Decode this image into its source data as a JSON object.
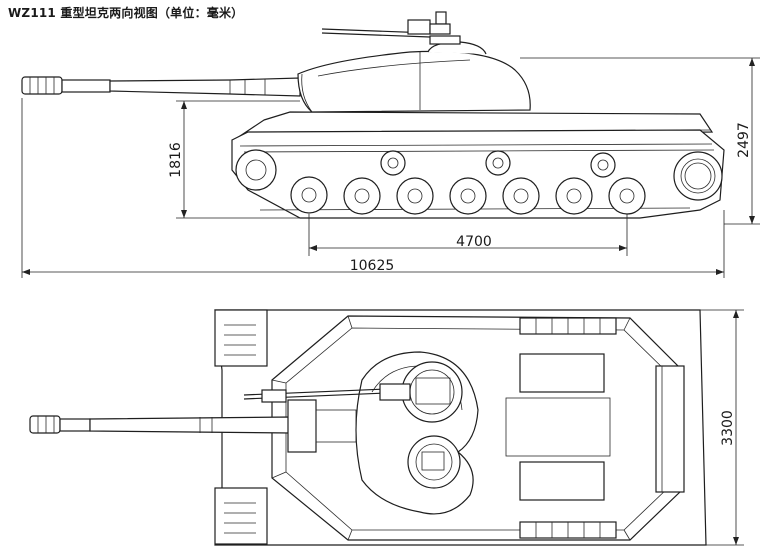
{
  "title": "WZ111 重型坦克两向视图（单位：毫米）",
  "dimensions": {
    "overall_length": "10625",
    "wheelbase": "4700",
    "height": "2497",
    "hull_height": "1816",
    "width": "3300"
  },
  "colors": {
    "line": "#1e1e1e",
    "background": "#ffffff",
    "hatch": "#6b6b6b"
  }
}
